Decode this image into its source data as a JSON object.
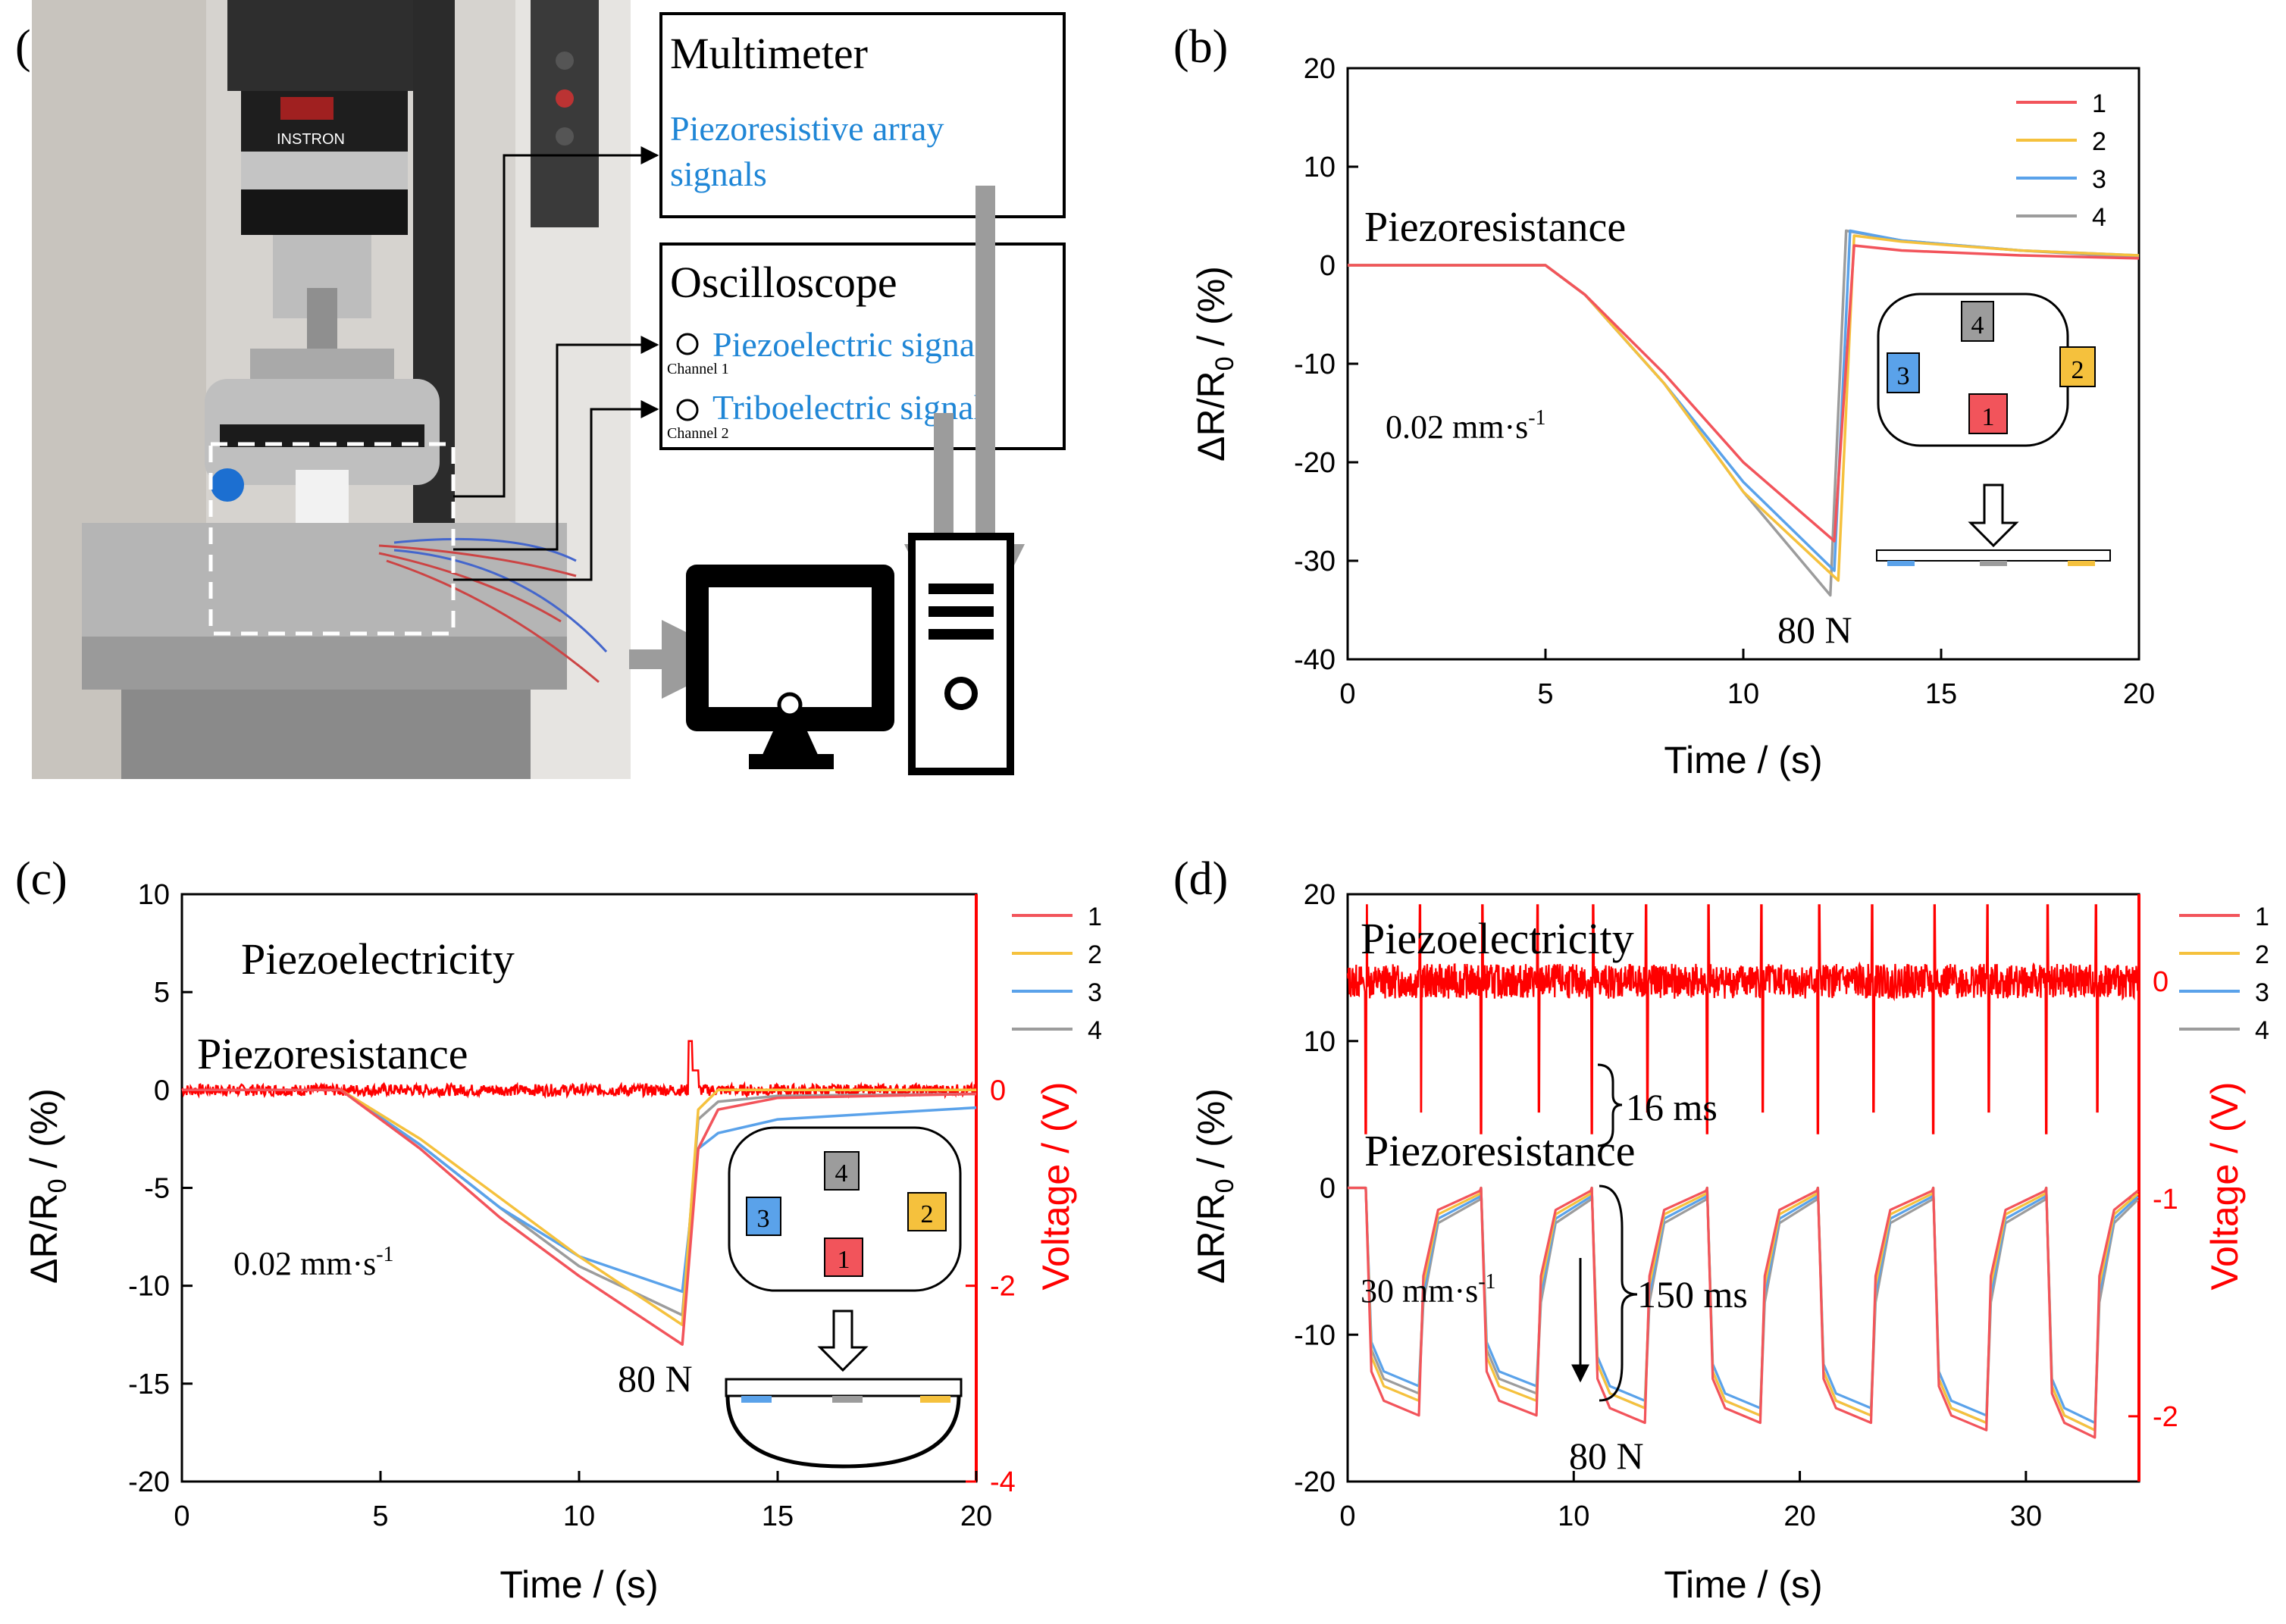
{
  "colors": {
    "s1": "#f2545b",
    "s2": "#f5c13d",
    "s3": "#5aa2ea",
    "s4": "#9c9c9c",
    "voltage": "#ff0000",
    "blueText": "#1f86d6"
  },
  "panel_a": {
    "label": "(a)",
    "multimeter": {
      "title": "Multimeter",
      "line1": "Piezoresistive array",
      "line2": "signals"
    },
    "oscilloscope": {
      "title": "Oscilloscope",
      "ch1": "Piezoelectric signal",
      "ch1_small": "Channel 1",
      "ch2": "Triboelectric signal",
      "ch2_small": "Channel 2"
    },
    "photo_brand": "INSTRON",
    "icons": [
      "instron-machine-photo",
      "monitor-icon",
      "computer-tower-icon"
    ]
  },
  "chart_data": [
    {
      "panel": "(b)",
      "type": "line",
      "xlabel": "Time / (s)",
      "ylabel": "ΔR/R0 / (%)",
      "xlim": [
        0,
        20
      ],
      "ylim": [
        -40,
        20
      ],
      "xticks": [
        "0",
        "5",
        "10",
        "15",
        "20"
      ],
      "yticks": [
        "20",
        "10",
        "0",
        "-10",
        "-20",
        "-30",
        "-40"
      ],
      "annotations": [
        "Piezoresistance",
        "0.02 mm·s-1",
        "80 N"
      ],
      "inset_pads": [
        "4",
        "3",
        "2",
        "1"
      ],
      "legend": [
        "1",
        "2",
        "3",
        "4"
      ],
      "legend_position": "top-right",
      "series": [
        {
          "name": "1",
          "x": [
            0,
            5,
            6,
            8,
            10,
            12.3,
            12.8,
            14,
            17,
            20
          ],
          "y": [
            0,
            0,
            -3,
            -11,
            -20,
            -28,
            2,
            1.5,
            1,
            0.7
          ]
        },
        {
          "name": "2",
          "x": [
            0,
            5,
            6,
            8,
            10,
            12.4,
            12.8,
            14,
            17,
            20
          ],
          "y": [
            0,
            0,
            -3,
            -12,
            -23,
            -32,
            3,
            2.4,
            1.5,
            1
          ]
        },
        {
          "name": "3",
          "x": [
            0,
            5,
            6,
            8,
            10,
            12.3,
            12.7,
            14,
            17,
            20
          ],
          "y": [
            0,
            0,
            -3,
            -12,
            -22,
            -31,
            3.5,
            2.5,
            1.5,
            1
          ]
        },
        {
          "name": "4",
          "x": [
            0,
            5,
            6,
            8,
            10,
            12.2,
            12.6,
            14,
            17,
            20
          ],
          "y": [
            0,
            0,
            -3,
            -12,
            -23,
            -33.5,
            3.5,
            2.5,
            1.5,
            0.8
          ]
        }
      ]
    },
    {
      "panel": "(c)",
      "type": "line",
      "xlabel": "Time / (s)",
      "ylabel": "ΔR/R0 / (%)",
      "y2label": "Voltage / (V)",
      "xlim": [
        0,
        20
      ],
      "ylim": [
        -20,
        10
      ],
      "y2lim": [
        -4,
        2
      ],
      "xticks": [
        "0",
        "5",
        "10",
        "15",
        "20"
      ],
      "yticks": [
        "10",
        "5",
        "0",
        "-5",
        "-10",
        "-15",
        "-20"
      ],
      "y2ticks": [
        "0",
        "-2",
        "-4"
      ],
      "annotations": [
        "Piezoelectricity",
        "Piezoresistance",
        "0.02 mm·s-1",
        "80 N"
      ],
      "inset_pads": [
        "4",
        "3",
        "2",
        "1"
      ],
      "legend": [
        "1",
        "2",
        "3",
        "4"
      ],
      "legend_position": "top-right",
      "series": [
        {
          "name": "1",
          "x": [
            0,
            4,
            6,
            8,
            10,
            12.6,
            13,
            13.5,
            15,
            20
          ],
          "y": [
            0,
            0,
            -3,
            -6.5,
            -9.5,
            -13,
            -3,
            -1,
            -0.4,
            -0.2
          ]
        },
        {
          "name": "2",
          "x": [
            0,
            4,
            6,
            8,
            10,
            12.6,
            13,
            13.5,
            15,
            20
          ],
          "y": [
            0,
            0,
            -2.5,
            -5.5,
            -8.5,
            -12,
            -1,
            0,
            0,
            0
          ]
        },
        {
          "name": "3",
          "x": [
            0,
            4,
            6,
            8,
            10,
            12.6,
            13,
            13.5,
            15,
            20
          ],
          "y": [
            0,
            0,
            -2.8,
            -6,
            -8.5,
            -10.3,
            -3,
            -2.2,
            -1.5,
            -0.9
          ]
        },
        {
          "name": "4",
          "x": [
            0,
            4,
            6,
            8,
            10,
            12.6,
            13,
            13.5,
            15,
            20
          ],
          "y": [
            0,
            0,
            -2.8,
            -6,
            -9,
            -11.5,
            -1.5,
            -0.6,
            -0.3,
            -0.2
          ]
        }
      ],
      "voltage_series": {
        "name": "Voltage",
        "baseline": 0,
        "spike_at_s": 12.8,
        "spike_peak_V": 0.5
      }
    },
    {
      "panel": "(d)",
      "type": "line",
      "xlabel": "Time / (s)",
      "ylabel": "ΔR/R0 / (%)",
      "y2label": "Voltage / (V)",
      "xlim": [
        0,
        35
      ],
      "ylim": [
        -20,
        20
      ],
      "y2lim": [
        -2.3,
        0.4
      ],
      "xticks": [
        "0",
        "10",
        "20",
        "30"
      ],
      "yticks": [
        "20",
        "10",
        "0",
        "-10",
        "-20"
      ],
      "y2ticks": [
        "0",
        "-1",
        "-2"
      ],
      "annotations": [
        "Piezoelectricity",
        "Piezoresistance",
        "16 ms",
        "150 ms",
        "30 mm·s-1",
        "80 N"
      ],
      "legend": [
        "1",
        "2",
        "3",
        "4"
      ],
      "legend_position": "top-right",
      "cycles": {
        "press_times_s": [
          0.8,
          3.2,
          5.9,
          8.4,
          10.8,
          13.2,
          15.9,
          18.3,
          20.8,
          23.2,
          25.9,
          28.3,
          30.9,
          33.1
        ],
        "series": [
          {
            "name": "1",
            "min": [
              -15.5,
              -16,
              -16,
              -16.5,
              -17
            ]
          },
          {
            "name": "2",
            "min": [
              -14.5,
              -15,
              -15.5,
              -16,
              -16.5
            ]
          },
          {
            "name": "3",
            "min": [
              -13.5,
              -14.5,
              -15,
              -15.5,
              -16
            ]
          },
          {
            "name": "4",
            "min": [
              -14,
              -15,
              -15.5,
              -16,
              -16.5
            ]
          }
        ]
      },
      "voltage_series": {
        "name": "Voltage",
        "baseline": 0,
        "spike_times_s": [
          0.8,
          3.2,
          5.9,
          8.4,
          10.8,
          13.2,
          15.9,
          18.3,
          20.8,
          23.2,
          25.9,
          28.3,
          30.9,
          33.1
        ]
      }
    }
  ]
}
